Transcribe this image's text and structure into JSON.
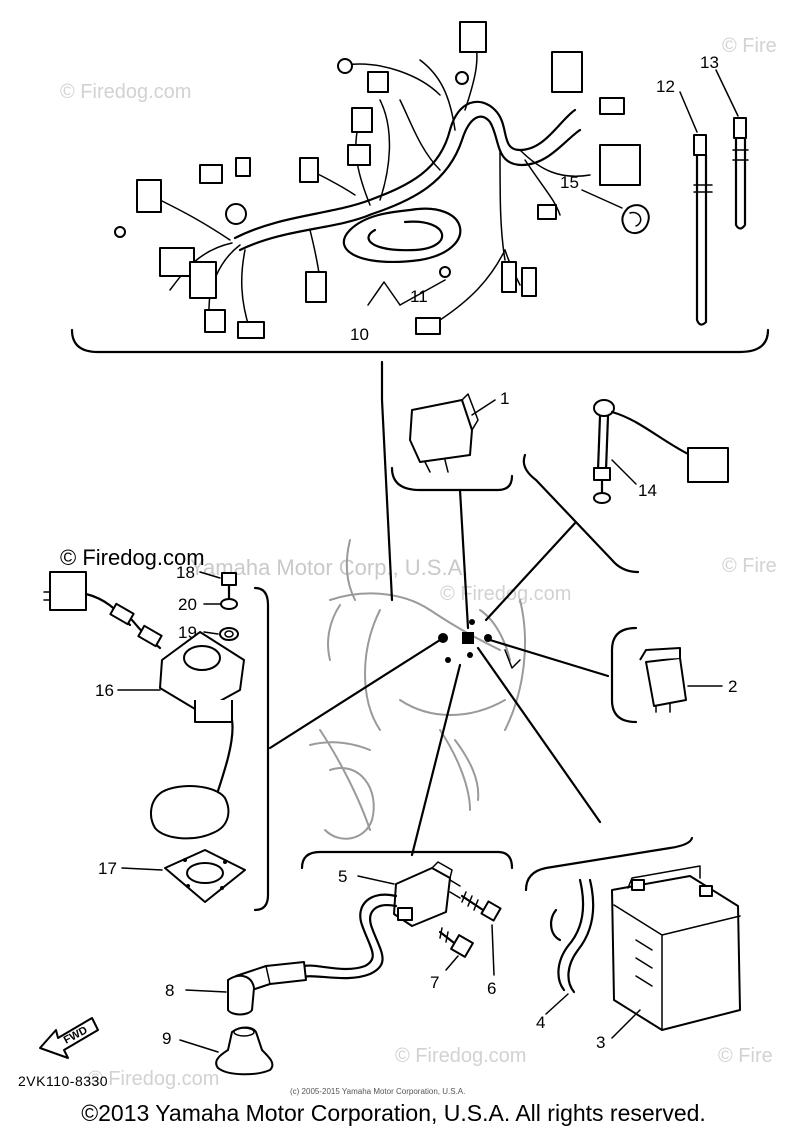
{
  "diagram": {
    "callouts": {
      "p1": "1",
      "p2": "2",
      "p3": "3",
      "p4": "4",
      "p5": "5",
      "p6": "6",
      "p7": "7",
      "p8": "8",
      "p9": "9",
      "p10": "10",
      "p11": "11",
      "p12": "12",
      "p13": "13",
      "p14": "14",
      "p15": "15",
      "p16": "16",
      "p17": "17",
      "p18": "18",
      "p19": "19",
      "p20": "20"
    },
    "diagram_code": "2VK110-8330",
    "fwd_label": "FWD",
    "fine_print": "(c) 2005-2015 Yamaha Motor Corporation, U.S.A.",
    "watermarks": {
      "firedog": "© Firedog.com",
      "firedog_partial": "© Fire",
      "yamaha": "Yamaha Motor Corp., U.S.A.",
      "firedog_plain": "© Firedog.com"
    }
  },
  "footer": {
    "copyright": "©2013 Yamaha Motor Corporation, U.S.A. All rights reserved."
  }
}
